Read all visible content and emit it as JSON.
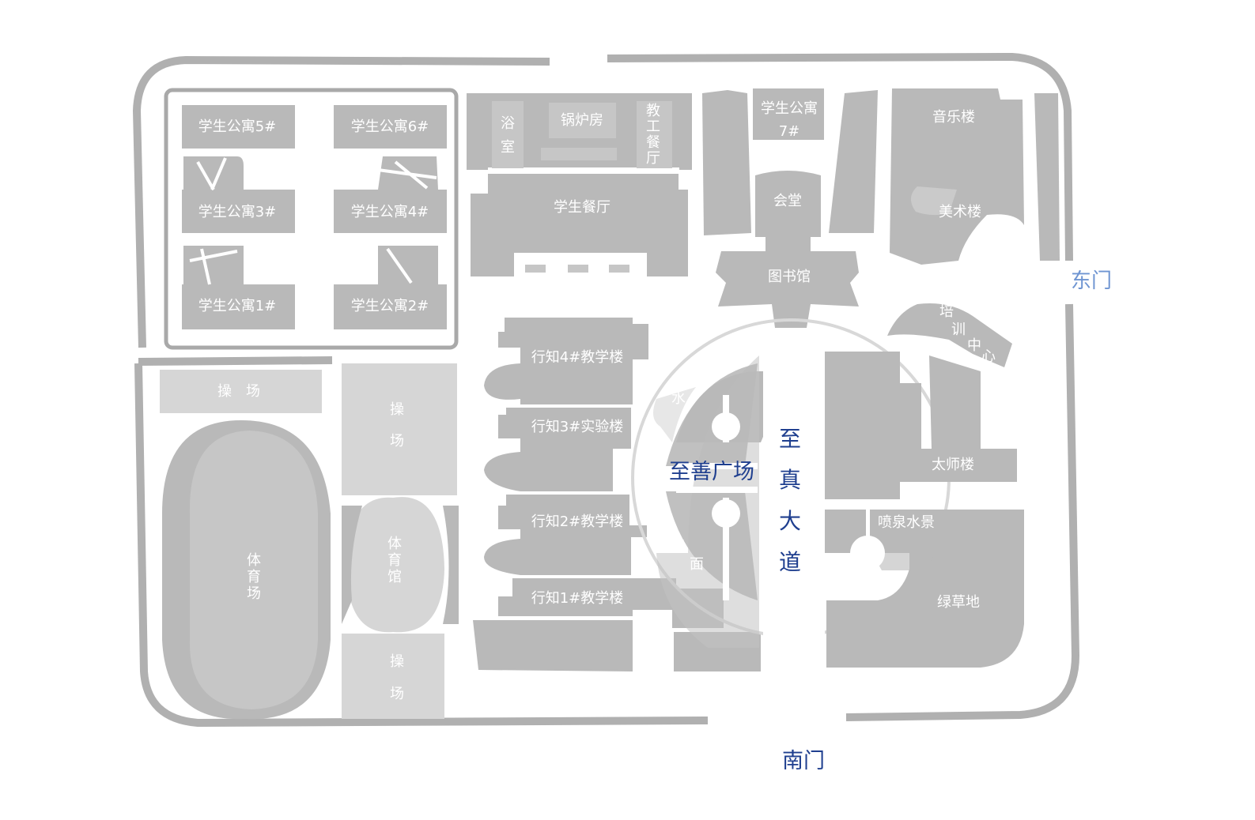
{
  "map": {
    "buildings": {
      "dorm5": "学生公寓5#",
      "dorm6": "学生公寓6#",
      "dorm3": "学生公寓3#",
      "dorm4": "学生公寓4#",
      "dorm1": "学生公寓1#",
      "dorm2": "学生公寓2#",
      "dorm7_line1": "学生公寓",
      "dorm7_line2": "7#",
      "bath_1": "浴",
      "bath_2": "室",
      "boiler": "锅炉房",
      "staff_canteen_1": "教",
      "staff_canteen_2": "工",
      "staff_canteen_3": "餐",
      "staff_canteen_4": "厅",
      "student_canteen": "学生餐厅",
      "hall": "会堂",
      "music": "音乐楼",
      "art": "美术楼",
      "library": "图书馆",
      "training_1": "培",
      "training_2": "训",
      "training_3": "中",
      "training_4": "心",
      "teach4": "行知4#教学楼",
      "lab3": "行知3#实验楼",
      "teach2": "行知2#教学楼",
      "teach1": "行知1#教学楼",
      "master": "太师楼",
      "fountain": "喷泉水景",
      "lawn": "绿草地",
      "field_top": "操　场",
      "field_mid_1": "操",
      "field_mid_2": "场",
      "field_bot_1": "操",
      "field_bot_2": "场",
      "gym_1": "体",
      "gym_2": "育",
      "gym_3": "馆",
      "stadium_1": "体",
      "stadium_2": "育",
      "stadium_3": "场",
      "water_a1": "面",
      "water_a2": "水",
      "water_b1": "水",
      "water_b2": "面"
    },
    "highlights": {
      "plaza": "至善广场",
      "avenue_1": "至",
      "avenue_2": "真",
      "avenue_3": "大",
      "avenue_4": "道"
    },
    "gates": {
      "east": "东门",
      "south": "南门"
    },
    "colors": {
      "building": "#b9b9b9",
      "field": "#d6d6d6",
      "highlight_text": "#1f3f8f",
      "east_gate_text": "#6f95d2"
    }
  }
}
